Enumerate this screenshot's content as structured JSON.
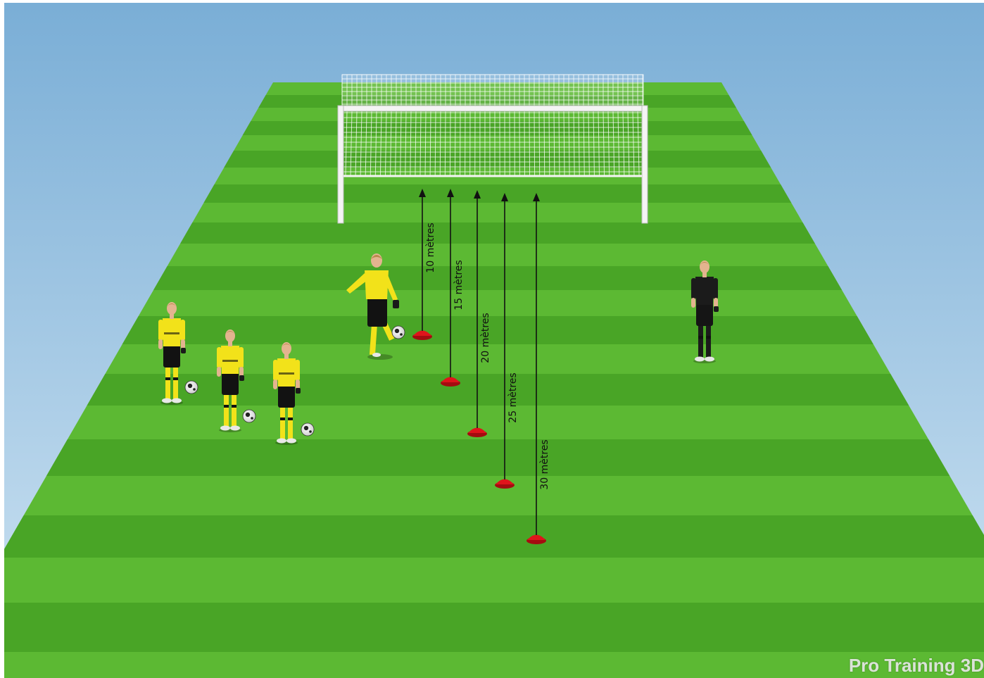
{
  "scene": {
    "sky_top_color": "#7aaed6",
    "sky_bottom_color": "#cfe4f3",
    "grass_light": "#5cb933",
    "grass_dark": "#49a526",
    "cone_color": "#e0141b",
    "arrow_color": "#111111"
  },
  "distances": [
    {
      "label": "10 mètres",
      "meters": 10
    },
    {
      "label": "15 mètres",
      "meters": 15
    },
    {
      "label": "20 mètres",
      "meters": 20
    },
    {
      "label": "25 mètres",
      "meters": 25
    },
    {
      "label": "30 mètres",
      "meters": 30
    }
  ],
  "players": {
    "field_players_kit": "yellow-black",
    "goalkeeper_kit": "black"
  },
  "watermark": "Pro Training 3D"
}
